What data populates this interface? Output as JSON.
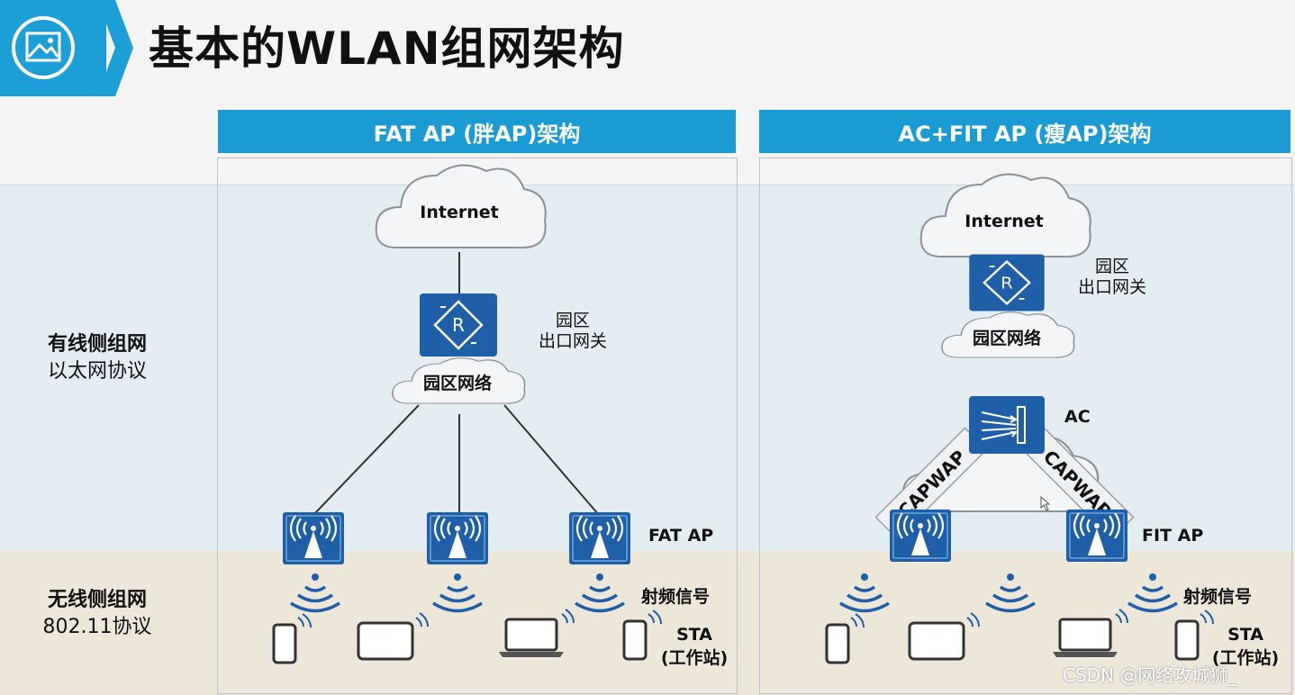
{
  "title": "基本的WLAN组网架构",
  "side_labels": {
    "wired_title": "有线侧组网",
    "wired_sub": "以太网协议",
    "wireless_title": "无线侧组网",
    "wireless_sub": "802.11协议"
  },
  "left_panel": {
    "header": "FAT AP (胖AP)架构",
    "cloud": "Internet",
    "gateway_line1": "园区",
    "gateway_line2": "出口网关",
    "campus": "园区网络",
    "ap_label": "FAT AP",
    "signal_label": "射频信号",
    "sta_line1": "STA",
    "sta_line2": "(工作站)"
  },
  "right_panel": {
    "header": "AC+FIT AP (瘦AP)架构",
    "cloud": "Internet",
    "gateway_line1": "园区",
    "gateway_line2": "出口网关",
    "campus": "园区网络",
    "ac_label": "AC",
    "tunnel_left": "CAPWAP",
    "tunnel_right": "CAPWAP",
    "ap_label": "FIT AP",
    "signal_label": "射频信号",
    "sta_line1": "STA",
    "sta_line2": "(工作站)"
  },
  "watermark": "CSDN @网络攻城狮_",
  "colors": {
    "accent": "#1a9bd3",
    "device": "#1f5fa8",
    "wired_band": "#e3edf2",
    "wireless_band": "#ece7d9"
  },
  "icons": [
    "picture-icon",
    "router-icon",
    "ac-switch-icon",
    "ap-icon",
    "wifi-signal-icon",
    "phone-icon",
    "tablet-icon",
    "laptop-icon"
  ]
}
